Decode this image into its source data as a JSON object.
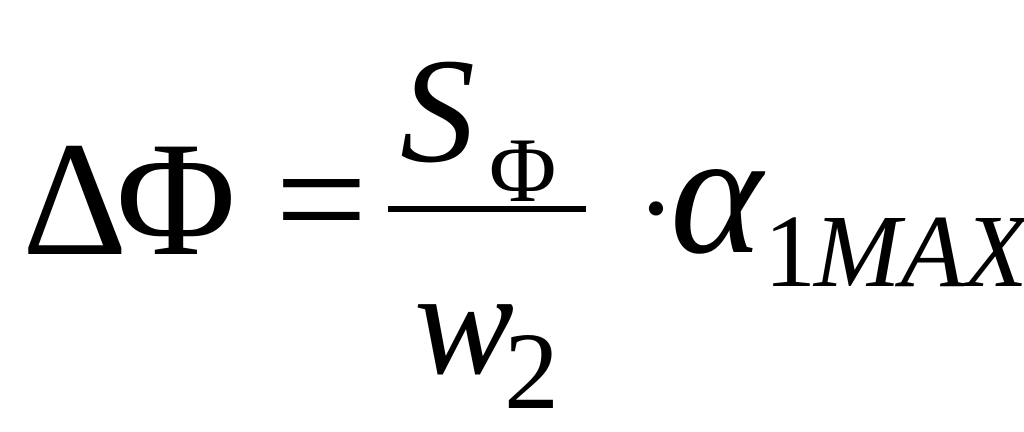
{
  "formula": {
    "lhs": {
      "delta": "Δ",
      "phi": "Φ"
    },
    "equals": "=",
    "fraction": {
      "numerator": {
        "symbol": "S",
        "subscript": "Φ"
      },
      "denominator": {
        "symbol": "w",
        "subscript": "2"
      }
    },
    "multiply_dot": "·",
    "factor": {
      "symbol": "α",
      "subscript_number": "1",
      "subscript_text": "MAX"
    }
  }
}
